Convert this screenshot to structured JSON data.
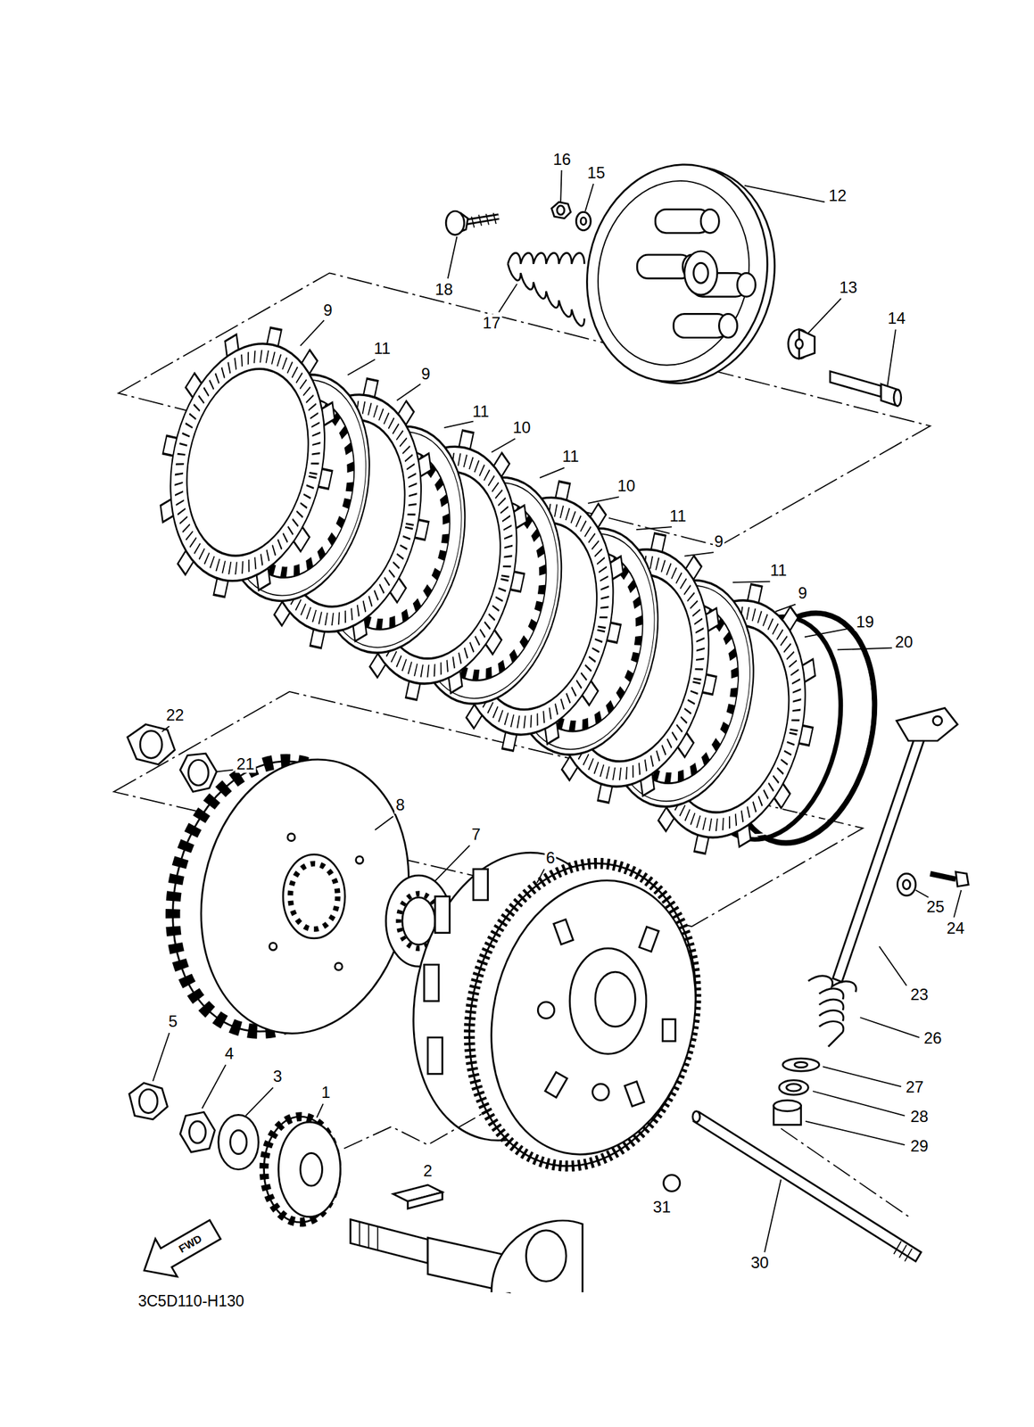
{
  "diagram": {
    "labels": [
      "16",
      "15",
      "12",
      "18",
      "17",
      "13",
      "14",
      "9",
      "11",
      "9",
      "11",
      "10",
      "11",
      "10",
      "11",
      "9",
      "11",
      "9",
      "19",
      "20",
      "22",
      "21",
      "8",
      "7",
      "6",
      "25",
      "24",
      "23",
      "26",
      "27",
      "28",
      "29",
      "5",
      "4",
      "3",
      "1",
      "2",
      "31",
      "30",
      "FWD",
      "3C5D110-H130"
    ]
  }
}
